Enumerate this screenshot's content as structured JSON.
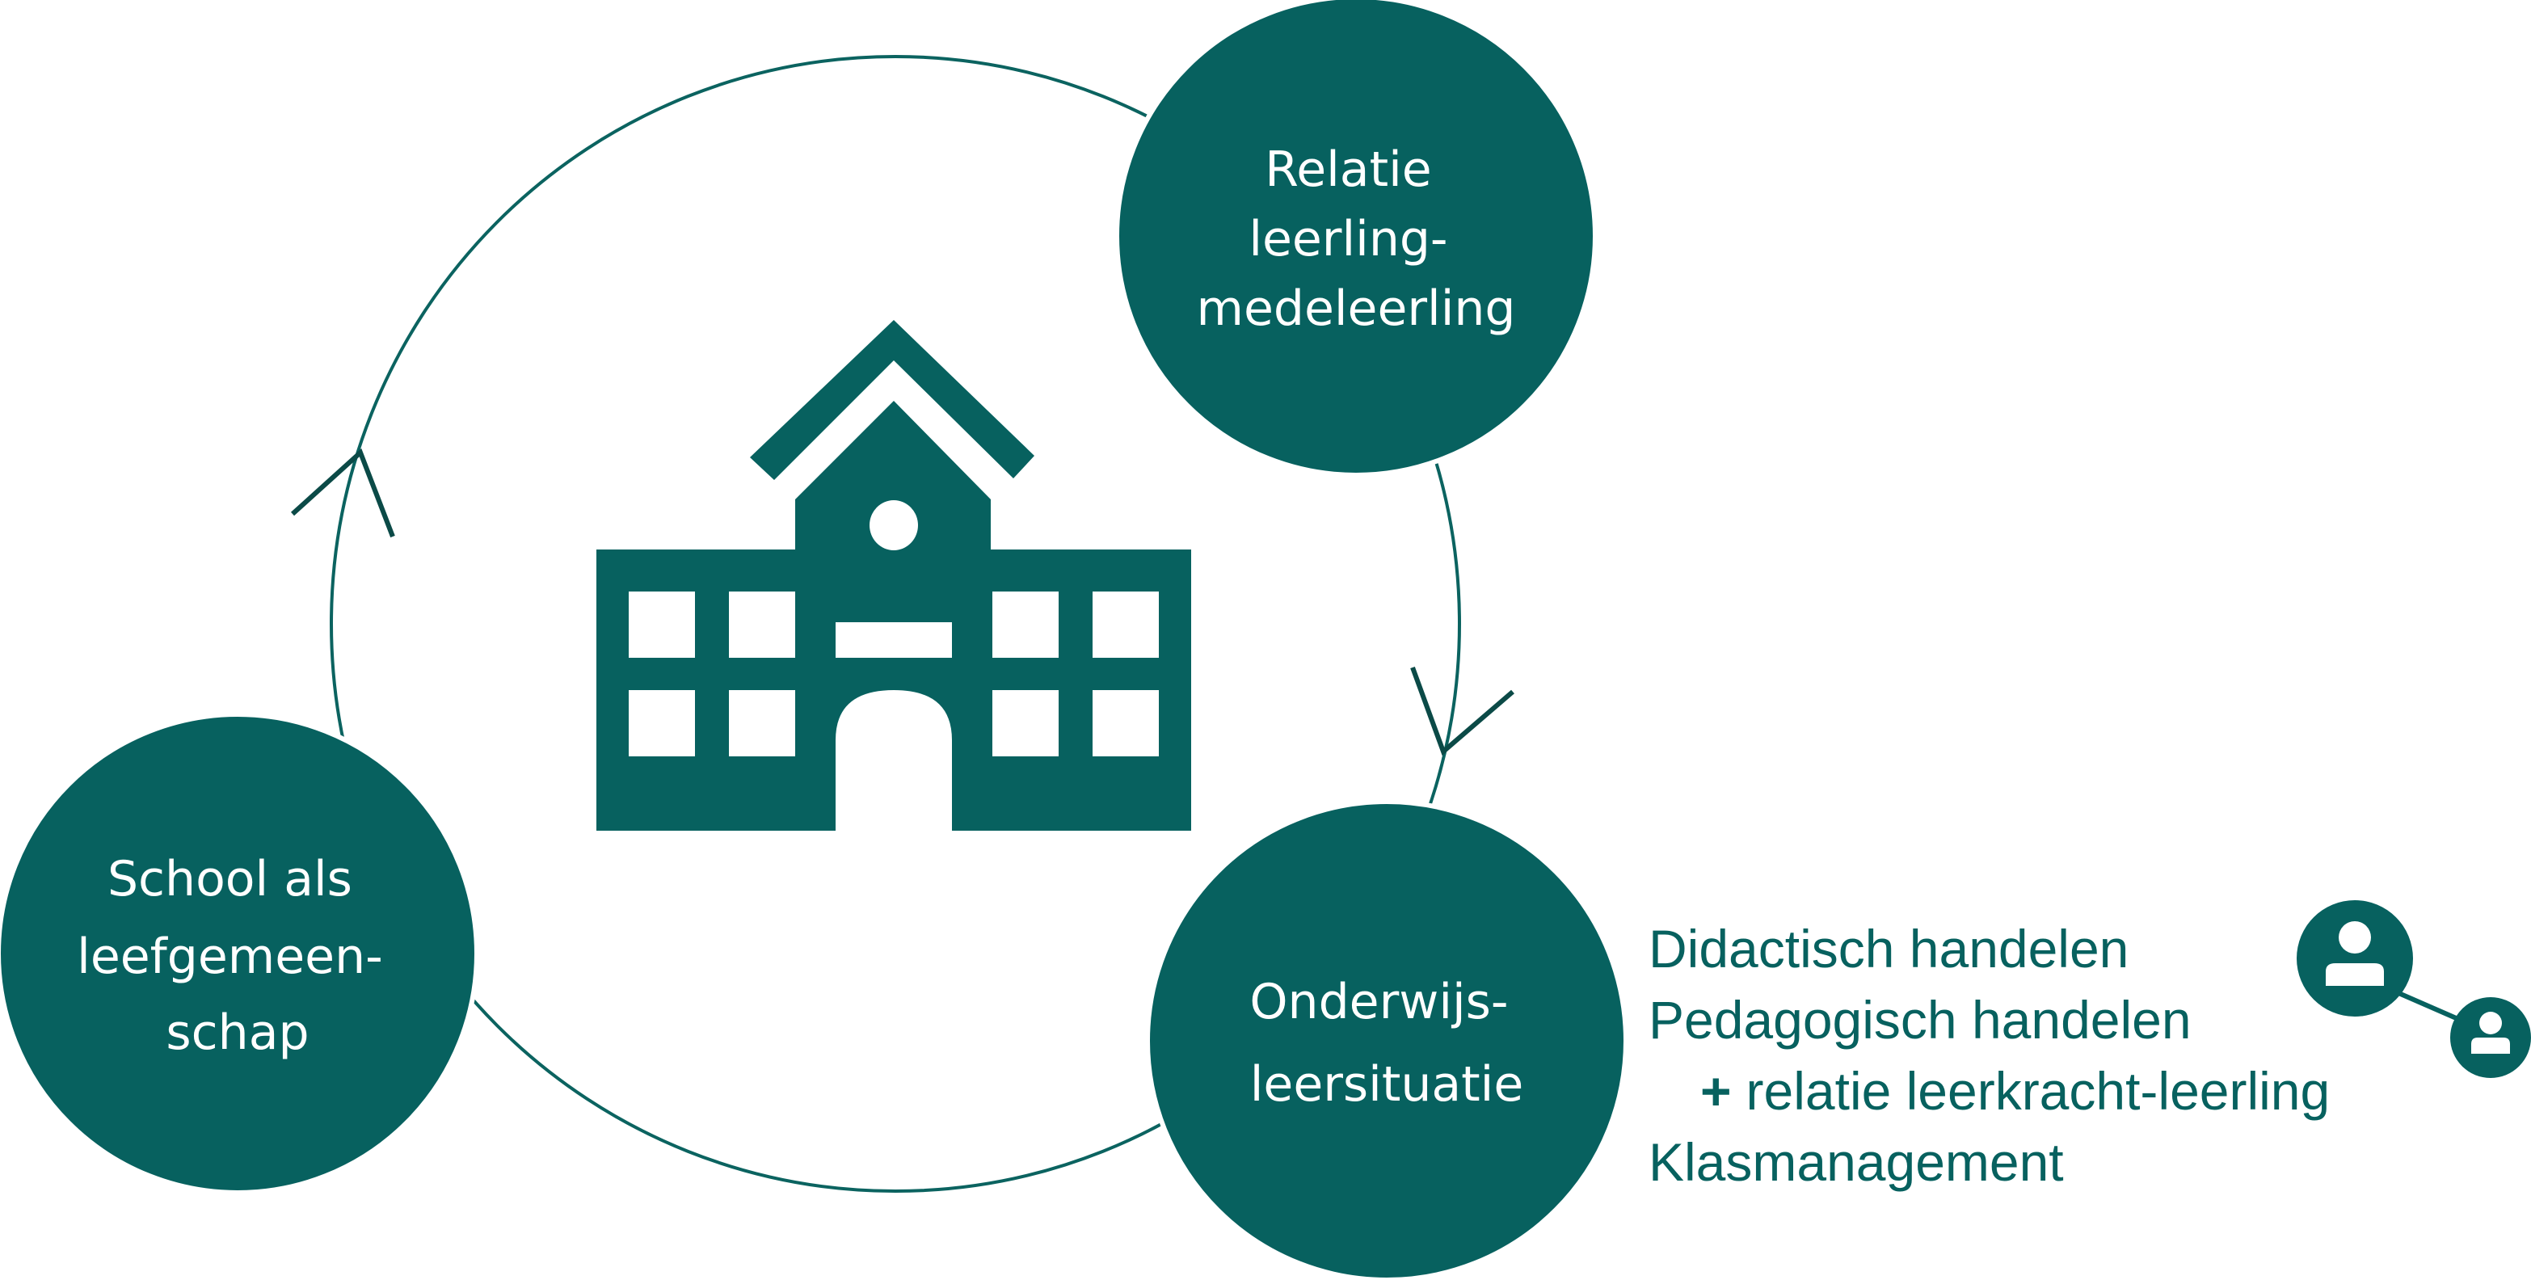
{
  "nodes": {
    "relatie": {
      "lines": [
        "Relatie",
        "leerling-",
        "medeleerling"
      ]
    },
    "onderwijs": {
      "lines": [
        "Onderwijs-",
        "leersituatie"
      ]
    },
    "school": {
      "lines": [
        "School als",
        "leefgemeen-",
        "schap"
      ]
    }
  },
  "side_list": {
    "item1": "Didactisch handelen",
    "item2": "Pedagogisch handelen",
    "item3_prefix": "+",
    "item3": "relatie leerkracht-leerling",
    "item4": "Klasmanagement"
  },
  "icons": {
    "center": "school-building-icon",
    "relation": "teacher-student-icon"
  },
  "colors": {
    "primary": "#07615f",
    "cycle_line": "#0b6360",
    "text_on_node": "#ffffff"
  }
}
